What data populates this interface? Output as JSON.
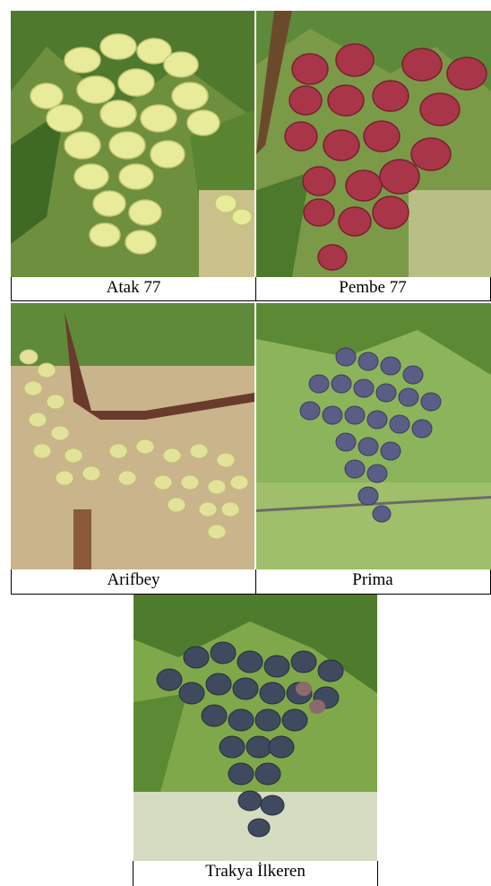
{
  "figure": {
    "panels": [
      {
        "label": "Atak 77",
        "grape_color": "white-green",
        "icon": "grape-cluster-photo"
      },
      {
        "label": "Pembe 77",
        "grape_color": "red-pink",
        "icon": "grape-cluster-photo"
      },
      {
        "label": "Arifbey",
        "grape_color": "white-green",
        "icon": "grape-cluster-photo"
      },
      {
        "label": "Prima",
        "grape_color": "blue-black",
        "icon": "grape-cluster-photo"
      },
      {
        "label": "Trakya İlkeren",
        "grape_color": "blue-black",
        "icon": "grape-cluster-photo"
      }
    ]
  }
}
